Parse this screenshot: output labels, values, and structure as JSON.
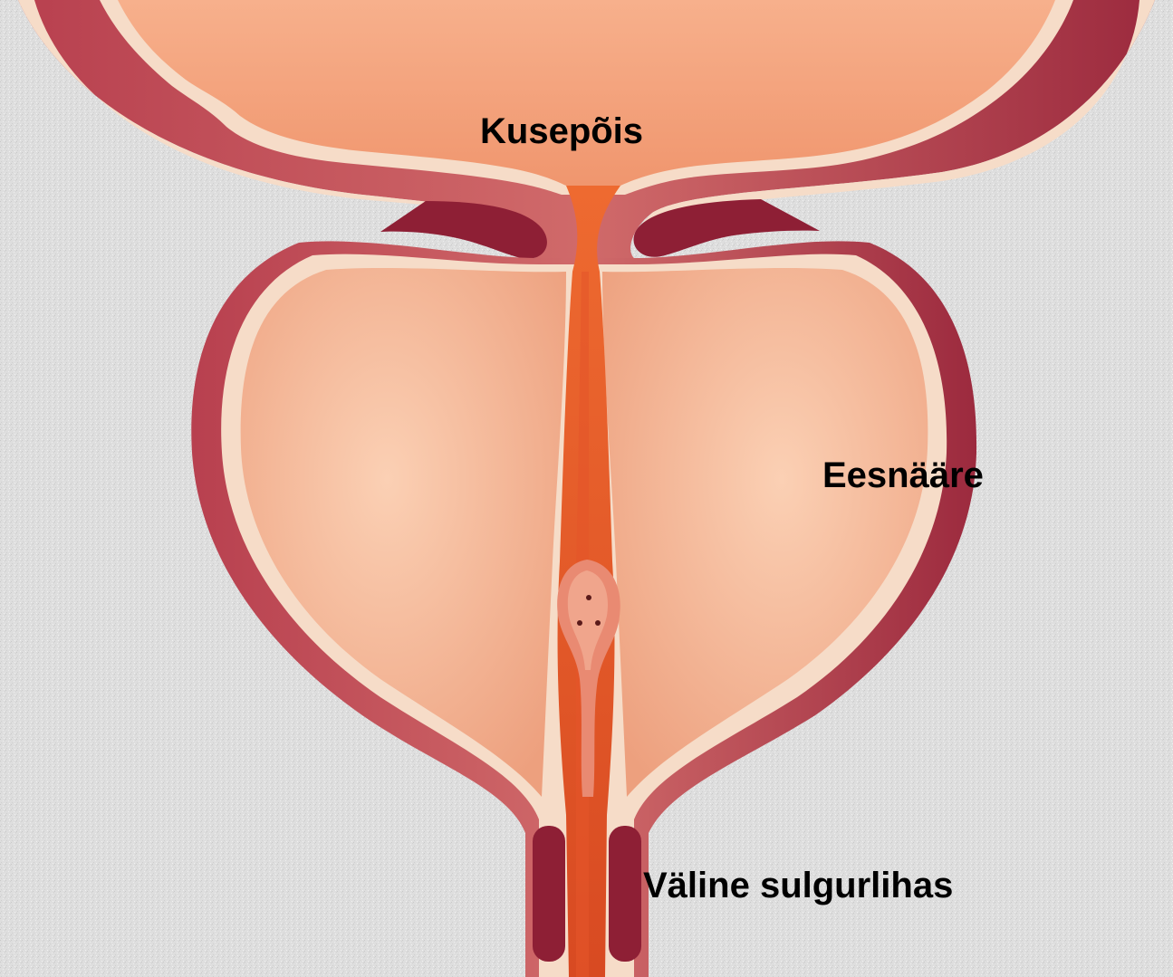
{
  "diagram": {
    "labels": {
      "bladder": "Kusepõis",
      "prostate": "Eesnääre",
      "external_sphincter": "Väline sulgurlihas"
    },
    "colors": {
      "background": "#dcdcdc",
      "muscle_wall": "#b03a4e",
      "muscle_dark": "#8e1f35",
      "lining": "#f6dcc8",
      "bladder_fill": "#f4a882",
      "prostate_fill": "#f7b898",
      "urethra": "#e8622e",
      "label_text": "#000000"
    }
  }
}
